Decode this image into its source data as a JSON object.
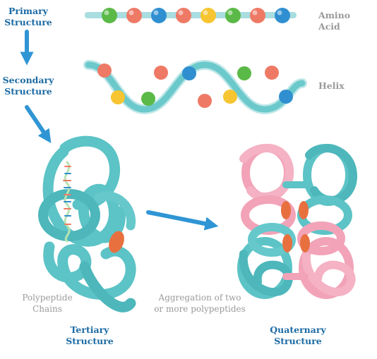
{
  "labels": {
    "primary_line1": "Primary",
    "primary_line2": "Structure",
    "secondary_line1": "Secondary",
    "secondary_line2": "Structure",
    "tertiary_line1": "Tertiary",
    "tertiary_line2": "Structure",
    "quaternary_line1": "Quaternary",
    "quaternary_line2": "Structure",
    "amino_acid": "Amino Acid",
    "helix": "Helix",
    "polypeptide_line1": "Polypeptide",
    "polypeptide_line2": "Chains",
    "aggregation_line1": "Aggregation of two",
    "aggregation_line2": "or more polypeptides"
  },
  "colors": {
    "label_blue": "#1b6aa3",
    "label_gray": "#9a9a9a",
    "arrow_blue": "#2f95d4",
    "ribbon_teal": "#5cc3c6",
    "ribbon_pink": "#f2a3b8",
    "cofactor_orange": "#e8703f",
    "bead_green": "#5bb947",
    "bead_salmon": "#ee7a66",
    "bead_blue": "#2f8fd0",
    "bead_yellow": "#f6c531"
  },
  "icons": {
    "arrow": "arrow-icon",
    "amino_acid_bead": "amino-acid-bead-icon"
  }
}
